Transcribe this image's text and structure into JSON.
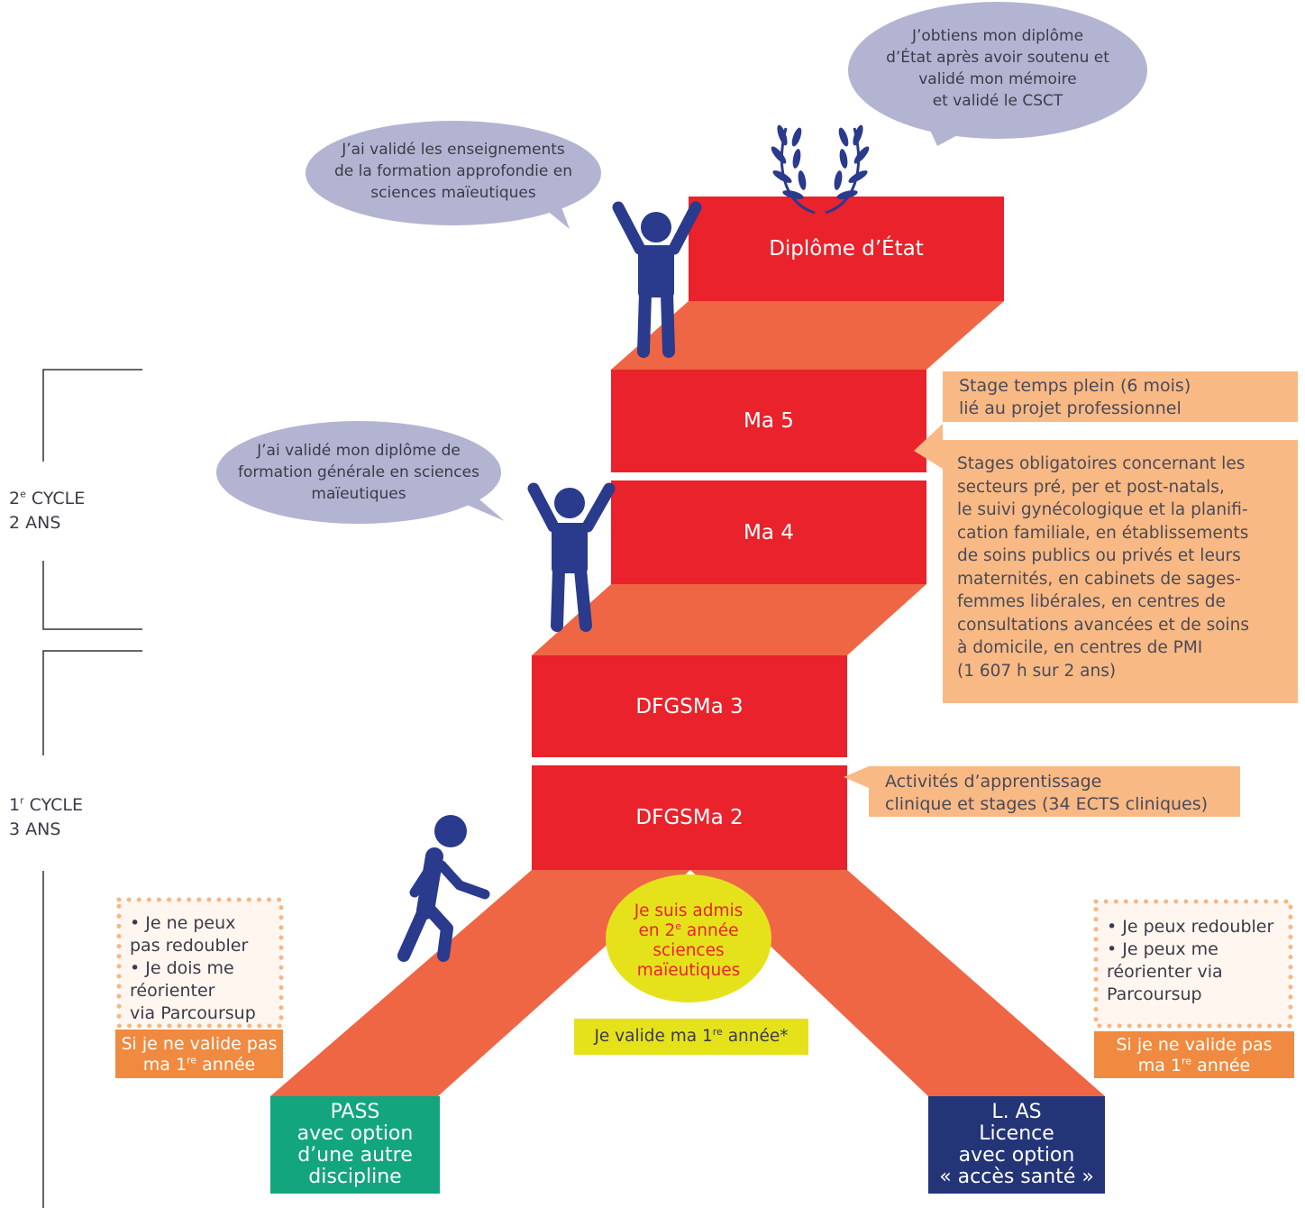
{
  "colors": {
    "red": "#e9222b",
    "salmon": "#ef6645",
    "peach": "#f9b984",
    "orange": "#f08a40",
    "navy": "#2a3a8c",
    "green": "#13a57e",
    "lavender": "#b3b4d2",
    "yellow": "#e5e21c",
    "blue_box": "#233577"
  },
  "cycles": {
    "second": {
      "line1_pre": "2",
      "line1_sup": "e",
      "line1_post": " CYCLE",
      "line2": "2 ANS"
    },
    "first": {
      "line1_pre": "1",
      "line1_sup": "r",
      "line1_post": " CYCLE",
      "line2": "3 ANS"
    }
  },
  "steps": {
    "diplome": "Diplôme d’État",
    "ma5": "Ma 5",
    "ma4": "Ma 4",
    "dfgsma3": "DFGSMa 3",
    "dfgsma2": "DFGSMa 2"
  },
  "bubbles": {
    "diplome": [
      "J’obtiens mon diplôme",
      "d’État après avoir soutenu et",
      "validé mon mémoire",
      "et validé le CSCT"
    ],
    "approfondie": [
      "J’ai validé les enseignements",
      "de la formation approfondie en",
      "sciences maïeutiques"
    ],
    "generale": [
      "J’ai validé mon diplôme de",
      "formation générale en sciences",
      "maïeutiques"
    ]
  },
  "notes": {
    "stage_plein": [
      "Stage temps plein (6 mois)",
      "lié au projet professionnel"
    ],
    "stages_obligatoires": [
      "Stages obligatoires concernant les",
      "secteurs pré, per et post-natals,",
      "le suivi gynécologique et la planifi-",
      "cation familiale, en établissements",
      "de soins publics ou privés et leurs",
      "maternités, en cabinets de sages-",
      "femmes libérales, en centres de",
      "consultations avancées et de soins",
      "à domicile, en centres de PMI",
      "(1 607 h sur 2 ans)"
    ],
    "activites": [
      "Activités d’apprentissage",
      "clinique et stages (34 ECTS cliniques)"
    ]
  },
  "admis": {
    "l1": "Je suis admis",
    "l2_pre": "en 2",
    "l2_sup": "e",
    "l2_post": " année",
    "l3": "sciences",
    "l4": "maïeutiques"
  },
  "valide": {
    "pre": "Je valide ma 1",
    "sup": "re",
    "post": " année*"
  },
  "left_box": {
    "items": [
      "• Je ne peux",
      "pas redoubler",
      "• Je dois me",
      "réorienter",
      "via Parcoursup"
    ],
    "fail_l1": "Si je ne valide pas",
    "fail_l2_pre": "ma 1",
    "fail_l2_sup": "re",
    "fail_l2_post": " année"
  },
  "right_box": {
    "items": [
      "• Je peux redoubler",
      "• Je peux me",
      "réorienter via",
      "Parcoursup"
    ],
    "fail_l1": "Si je ne valide pas",
    "fail_l2_pre": "ma 1",
    "fail_l2_sup": "re",
    "fail_l2_post": " année"
  },
  "entries": {
    "pass": [
      "PASS",
      "avec option",
      "d’une autre",
      "discipline"
    ],
    "las": [
      "L. AS",
      "Licence",
      "avec option",
      "« accès santé »"
    ]
  },
  "icons": [
    "laurel-wreath-icon",
    "person-cheering-icon",
    "person-walking-icon"
  ]
}
